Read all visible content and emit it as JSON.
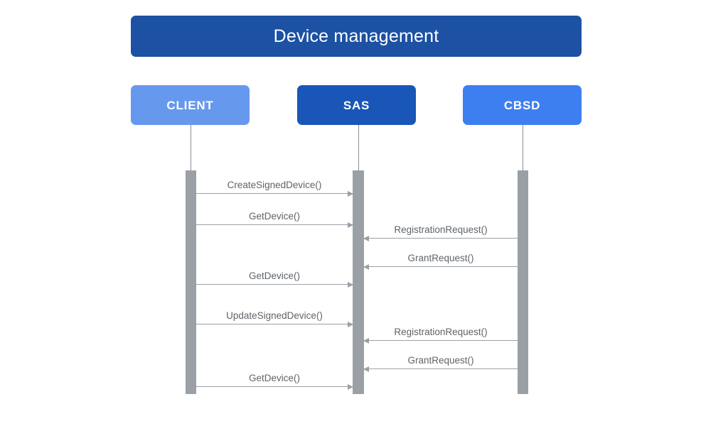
{
  "diagram": {
    "title": "Device management",
    "type": "sequence-diagram",
    "colors": {
      "title_bar": "#1c51a3",
      "client_box": "#6699ee",
      "sas_box": "#1a56b8",
      "cbsd_box": "#3d7ff0",
      "activation_bar": "#9aa0a6",
      "arrow": "#9aa0a6",
      "label_text": "#5f6368",
      "box_text": "#ffffff",
      "background": "#ffffff"
    },
    "participants": [
      {
        "id": "client",
        "label": "CLIENT"
      },
      {
        "id": "sas",
        "label": "SAS"
      },
      {
        "id": "cbsd",
        "label": "CBSD"
      }
    ],
    "messages": [
      {
        "label": "CreateSignedDevice()",
        "from": "client",
        "to": "sas",
        "direction": "right"
      },
      {
        "label": "GetDevice()",
        "from": "client",
        "to": "sas",
        "direction": "right"
      },
      {
        "label": "RegistrationRequest()",
        "from": "cbsd",
        "to": "sas",
        "direction": "left"
      },
      {
        "label": "GrantRequest()",
        "from": "cbsd",
        "to": "sas",
        "direction": "left"
      },
      {
        "label": "GetDevice()",
        "from": "client",
        "to": "sas",
        "direction": "right"
      },
      {
        "label": "UpdateSignedDevice()",
        "from": "client",
        "to": "sas",
        "direction": "right"
      },
      {
        "label": "RegistrationRequest()",
        "from": "cbsd",
        "to": "sas",
        "direction": "left"
      },
      {
        "label": "GrantRequest()",
        "from": "cbsd",
        "to": "sas",
        "direction": "left"
      },
      {
        "label": "GetDevice()",
        "from": "client",
        "to": "sas",
        "direction": "right"
      }
    ]
  }
}
